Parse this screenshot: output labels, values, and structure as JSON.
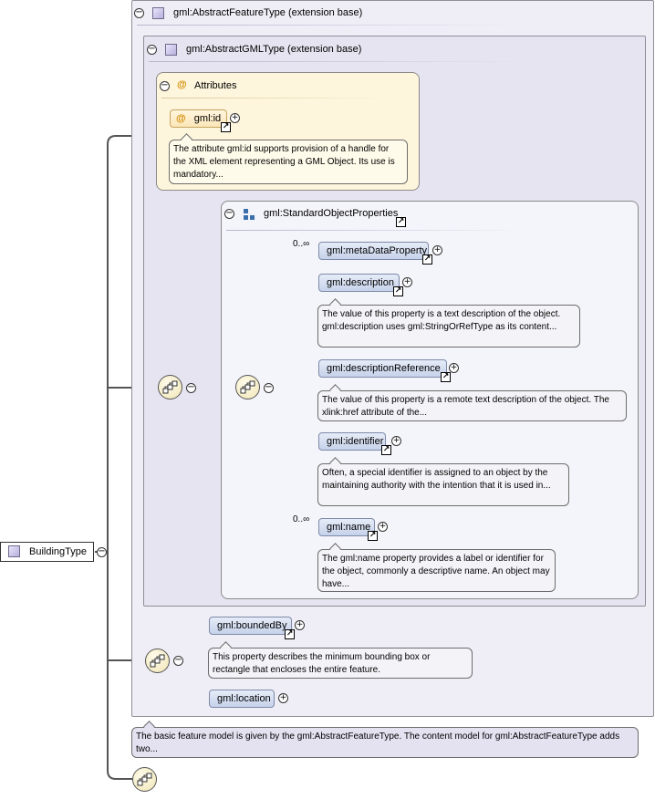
{
  "root": {
    "label": "BuildingType"
  },
  "feature_ext": {
    "title": "gml:AbstractFeatureType (extension base)"
  },
  "gml_ext": {
    "title": "gml:AbstractGMLType (extension base)"
  },
  "attributes": {
    "title": "Attributes",
    "id_attr": "gml:id",
    "id_doc": "The attribute gml:id supports provision of a handle for the XML element representing a GML Object. Its use is mandatory..."
  },
  "std_props": {
    "title": "gml:StandardObjectProperties",
    "items": [
      {
        "label": "gml:metaDataProperty",
        "occurs": "0..∞",
        "doc": ""
      },
      {
        "label": "gml:description",
        "occurs": "",
        "doc": "The value of this property is a text description of the object. gml:description uses gml:StringOrRefType as its content..."
      },
      {
        "label": "gml:descriptionReference",
        "occurs": "",
        "doc": "The value of this property is a remote text description of the object. The xlink:href attribute of the..."
      },
      {
        "label": "gml:identifier",
        "occurs": "",
        "doc": "Often, a special identifier is assigned to an object by the maintaining authority with the intention that it is used in..."
      },
      {
        "label": "gml:name",
        "occurs": "0..∞",
        "doc": "The gml:name property provides a label or identifier for the object, commonly a descriptive name. An object may have..."
      }
    ]
  },
  "feature_seq": {
    "items": [
      {
        "label": "gml:boundedBy",
        "doc": "This property describes the minimum bounding box or rectangle that encloses the entire feature."
      },
      {
        "label": "gml:location",
        "doc": ""
      }
    ]
  },
  "feature_doc": "The basic feature model is given by the gml:AbstractFeatureType. The content model for gml:AbstractFeatureType adds two...",
  "glyphs": {
    "collapse": "−",
    "expand": "+",
    "link": "↗",
    "at": "@"
  },
  "colors": {
    "element_fill": "#c6d2ea",
    "attribute_fill": "#fbe6b8",
    "extension_fill": "#efeef6"
  }
}
